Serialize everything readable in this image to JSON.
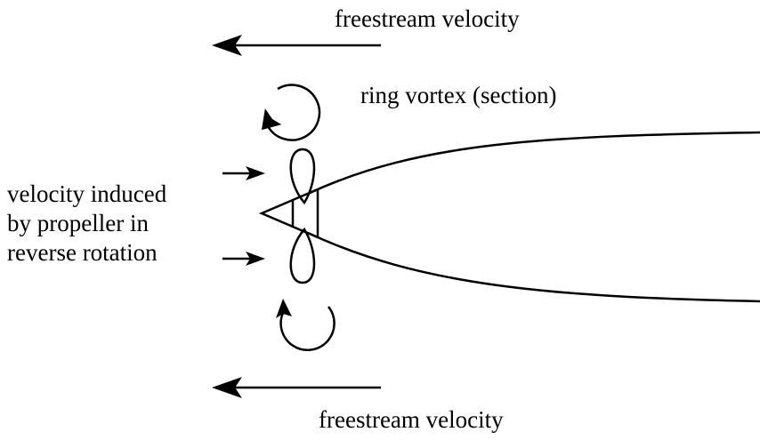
{
  "labels": {
    "freestream_top": "freestream velocity",
    "ring_vortex": "ring vortex (section)",
    "freestream_bottom": "freestream velocity",
    "induced_line1": "velocity induced",
    "induced_line2": "by propeller in",
    "induced_line3": "reverse rotation"
  },
  "colors": {
    "ink": "#000000",
    "background": "#ffffff"
  }
}
